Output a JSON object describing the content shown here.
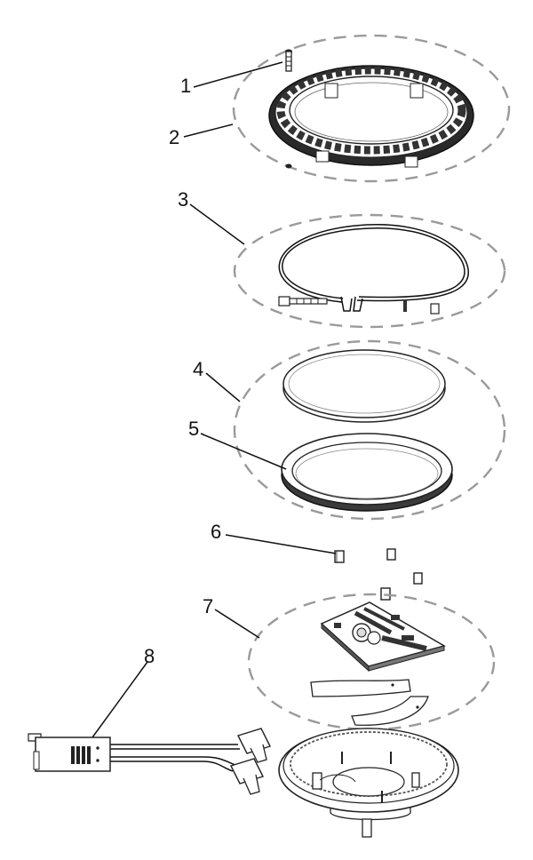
{
  "callouts": [
    {
      "number": "1"
    },
    {
      "number": "2"
    },
    {
      "number": "3"
    },
    {
      "number": "4"
    },
    {
      "number": "5"
    },
    {
      "number": "6"
    },
    {
      "number": "7"
    },
    {
      "number": "8"
    }
  ],
  "colors": {
    "ink": "#111111",
    "dashed_outline": "#9a9a9a",
    "paper": "#ffffff"
  }
}
